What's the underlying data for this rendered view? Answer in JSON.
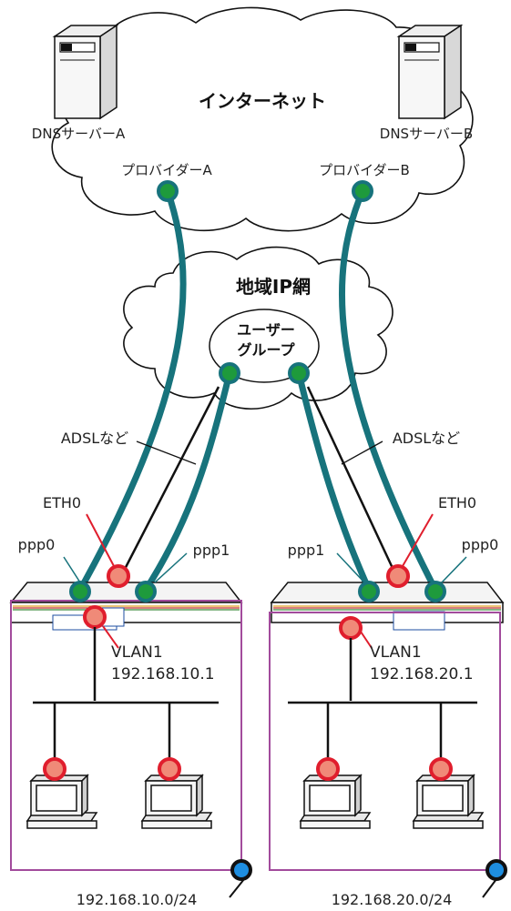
{
  "clouds": {
    "internet": "インターネット",
    "regional": "地域IP網",
    "user_group_line1": "ユーザー",
    "user_group_line2": "グループ"
  },
  "dns": {
    "a": "DNSサーバーA",
    "b": "DNSサーバーB"
  },
  "providers": {
    "a": "プロバイダーA",
    "b": "プロバイダーB"
  },
  "links": {
    "left": "ADSLなど",
    "right": "ADSLなど"
  },
  "left_site": {
    "ppp0": "ppp0",
    "ppp1": "ppp1",
    "eth0": "ETH0",
    "vlan": "VLAN1",
    "vlan_ip": "192.168.10.1",
    "network": "192.168.10.0/24"
  },
  "right_site": {
    "ppp0": "ppp0",
    "ppp1": "ppp1",
    "eth0": "ETH0",
    "vlan": "VLAN1",
    "vlan_ip": "192.168.20.1",
    "network": "192.168.20.0/24"
  },
  "colors": {
    "teal": "#17737c",
    "green_node": "#1e9a3c",
    "salmon_node": "#f08a78",
    "red_node": "#e01e2d",
    "lan_box": "#a24b9c",
    "blue_node": "#1e8ee0"
  }
}
